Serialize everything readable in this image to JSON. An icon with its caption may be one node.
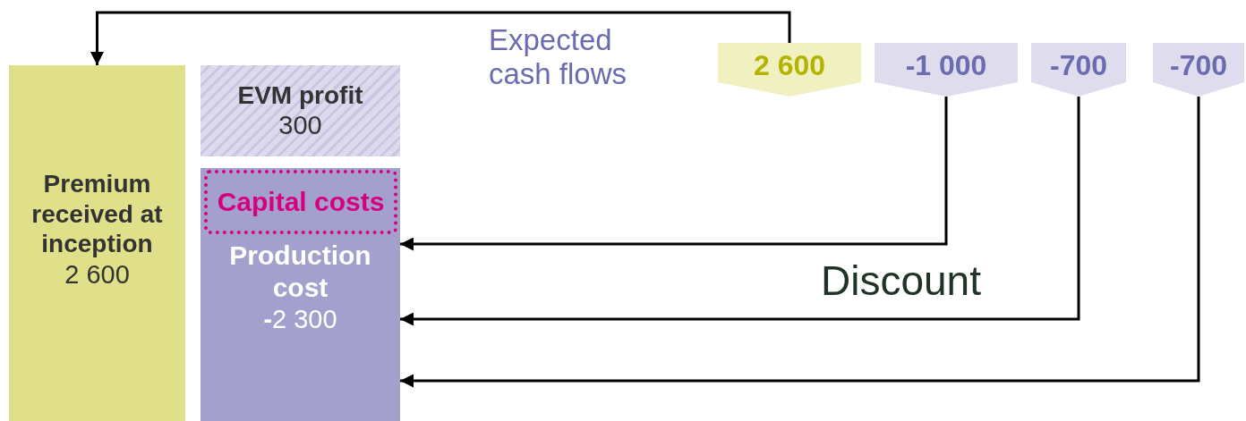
{
  "diagram": {
    "nodes": [
      {
        "text": [
          "Premium received at inception",
          "2 600"
        ]
      },
      {
        "text": [
          "EVM profit",
          "300"
        ]
      },
      {
        "text": [
          "Production cost",
          "**-**2 300"
        ]
      },
      {
        "text": [
          "Capital costs"
        ],
        "in": 2
      },
      {
        "text": [
          "2 600"
        ]
      },
      {
        "text": [
          "-1 000"
        ]
      },
      {
        "text": [
          "-700"
        ]
      },
      {
        "text": [
          "-700"
        ]
      }
    ],
    "edges": [
      {
        "from": 4,
        "to": 0,
        "arrow": "to"
      },
      {
        "from": 5,
        "to": 2,
        "arrow": "to"
      },
      {
        "from": 6,
        "to": 2,
        "arrow": "to"
      },
      {
        "from": 7,
        "to": 2,
        "arrow": "to"
      }
    ],
    "labels": [
      "Expected cash flows",
      "Discount"
    ]
  }
}
